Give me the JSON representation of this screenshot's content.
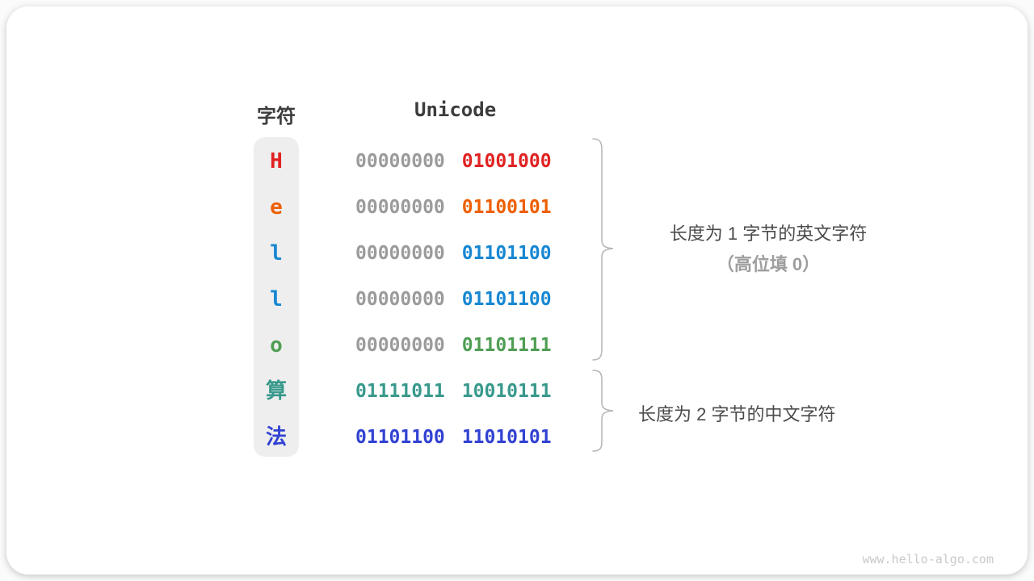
{
  "diagram": {
    "headers": {
      "char": "字符",
      "unicode": "Unicode"
    },
    "rows": [
      {
        "char": "H",
        "byte1": "00000000",
        "byte2": "01001000",
        "char_color": "#e02222",
        "byte1_color": "#9b9b9b",
        "byte2_color": "#e02222"
      },
      {
        "char": "e",
        "byte1": "00000000",
        "byte2": "01100101",
        "char_color": "#ee5f00",
        "byte1_color": "#9b9b9b",
        "byte2_color": "#ee5f00"
      },
      {
        "char": "l",
        "byte1": "00000000",
        "byte2": "01101100",
        "char_color": "#1787d2",
        "byte1_color": "#9b9b9b",
        "byte2_color": "#1787d2"
      },
      {
        "char": "l",
        "byte1": "00000000",
        "byte2": "01101100",
        "char_color": "#1787d2",
        "byte1_color": "#9b9b9b",
        "byte2_color": "#1787d2"
      },
      {
        "char": "o",
        "byte1": "00000000",
        "byte2": "01101111",
        "char_color": "#4f9e53",
        "byte1_color": "#9b9b9b",
        "byte2_color": "#4f9e53"
      },
      {
        "char": "算",
        "byte1": "01111011",
        "byte2": "10010111",
        "char_color": "#38998c",
        "byte1_color": "#38998c",
        "byte2_color": "#38998c"
      },
      {
        "char": "法",
        "byte1": "01101100",
        "byte2": "11010101",
        "char_color": "#3142d2",
        "byte1_color": "#3142d2",
        "byte2_color": "#3142d2"
      }
    ],
    "annotations": {
      "english_group": {
        "line1": "长度为 1 字节的英文字符",
        "line2": "（高位填 0）"
      },
      "chinese_group": {
        "line1": "长度为 2 字节的中文字符"
      }
    },
    "watermark": "www.hello-algo.com",
    "colors": {
      "header_text": "#3c3c3c",
      "gray_bits": "#9b9b9b",
      "column_bg": "#eeeeee",
      "brace_stroke": "#b8b8b8",
      "annotation_text": "#4b4b4b",
      "annotation_sub_text": "#9e9e9e"
    }
  }
}
